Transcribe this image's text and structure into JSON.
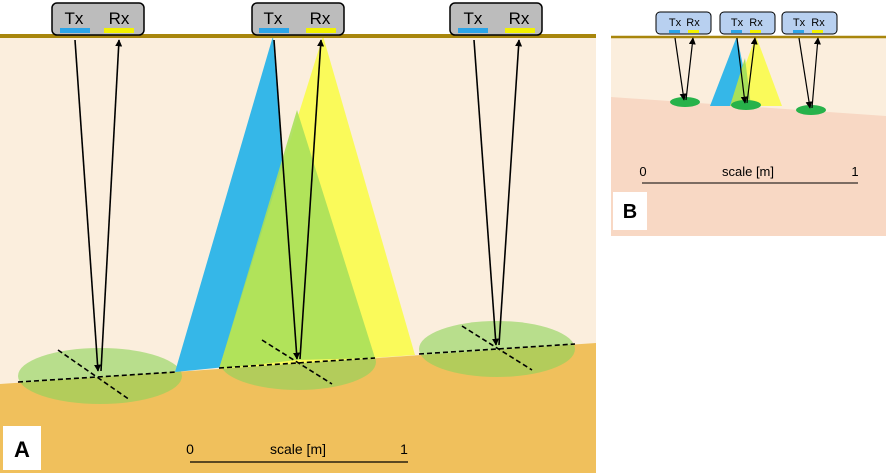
{
  "panel_a": {
    "letter": "A",
    "sensors": [
      {
        "tx_label": "Tx",
        "rx_label": "Rx"
      },
      {
        "tx_label": "Tx",
        "rx_label": "Rx"
      },
      {
        "tx_label": "Tx",
        "rx_label": "Rx"
      }
    ],
    "scale": {
      "start_label": "0",
      "title": "scale [m]",
      "end_label": "1"
    }
  },
  "panel_b": {
    "letter": "B",
    "sensors": [
      {
        "tx_label": "Tx",
        "rx_label": "Rx"
      },
      {
        "tx_label": "Tx",
        "rx_label": "Rx"
      },
      {
        "tx_label": "Tx",
        "rx_label": "Rx"
      }
    ],
    "scale": {
      "start_label": "0",
      "title": "scale [m]",
      "end_label": "1"
    }
  },
  "colors": {
    "air": "#fbeedd",
    "soil_a": "#f0c05c",
    "soil_b": "#f8d8c4",
    "surface_line": "#a8860c",
    "tx_beam": "#35b7e8",
    "rx_beam": "#fafa5a",
    "overlap": "#a8e05a",
    "footprint": "#8ed35a",
    "footprint_b": "#27b24a",
    "sensor_box": "#bcbcbc",
    "sensor_box_b": "#b8d0f0",
    "tx_bar": "#2aa4e8",
    "rx_bar": "#f2f200"
  }
}
